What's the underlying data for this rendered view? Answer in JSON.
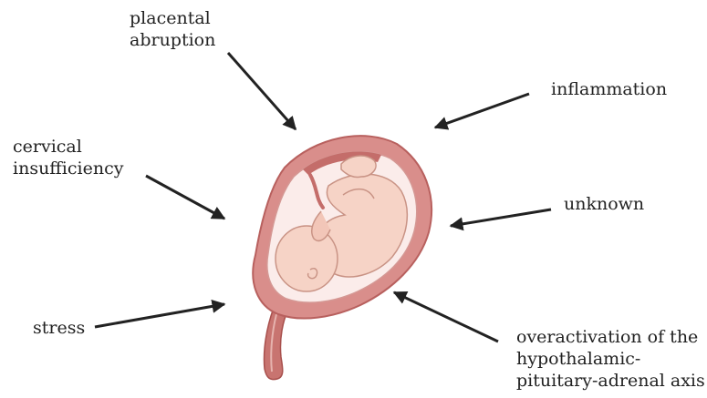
{
  "labels": {
    "placental_abruption": [
      "placental",
      "abruption"
    ],
    "inflammation": [
      "inflammation"
    ],
    "cervical_insufficiency": [
      "cervical",
      "insufficiency"
    ],
    "unknown": [
      "unknown"
    ],
    "stress": [
      "stress"
    ],
    "hpa_overactivation": [
      "overactivation of the",
      "hypothalamic-",
      "pituitary-adrenal axis"
    ]
  },
  "colors": {
    "arrow": "#222222",
    "uterus_wall": "#d98e8b",
    "uterus_outline": "#b8605e",
    "amniotic_fluid": "#fbecea",
    "fetus": "#f6d3c6",
    "fetus_outline": "#c99385",
    "cervix": "#c87470"
  },
  "icons": {
    "central_figure": "pregnant-uterus-with-fetus-illustration"
  }
}
